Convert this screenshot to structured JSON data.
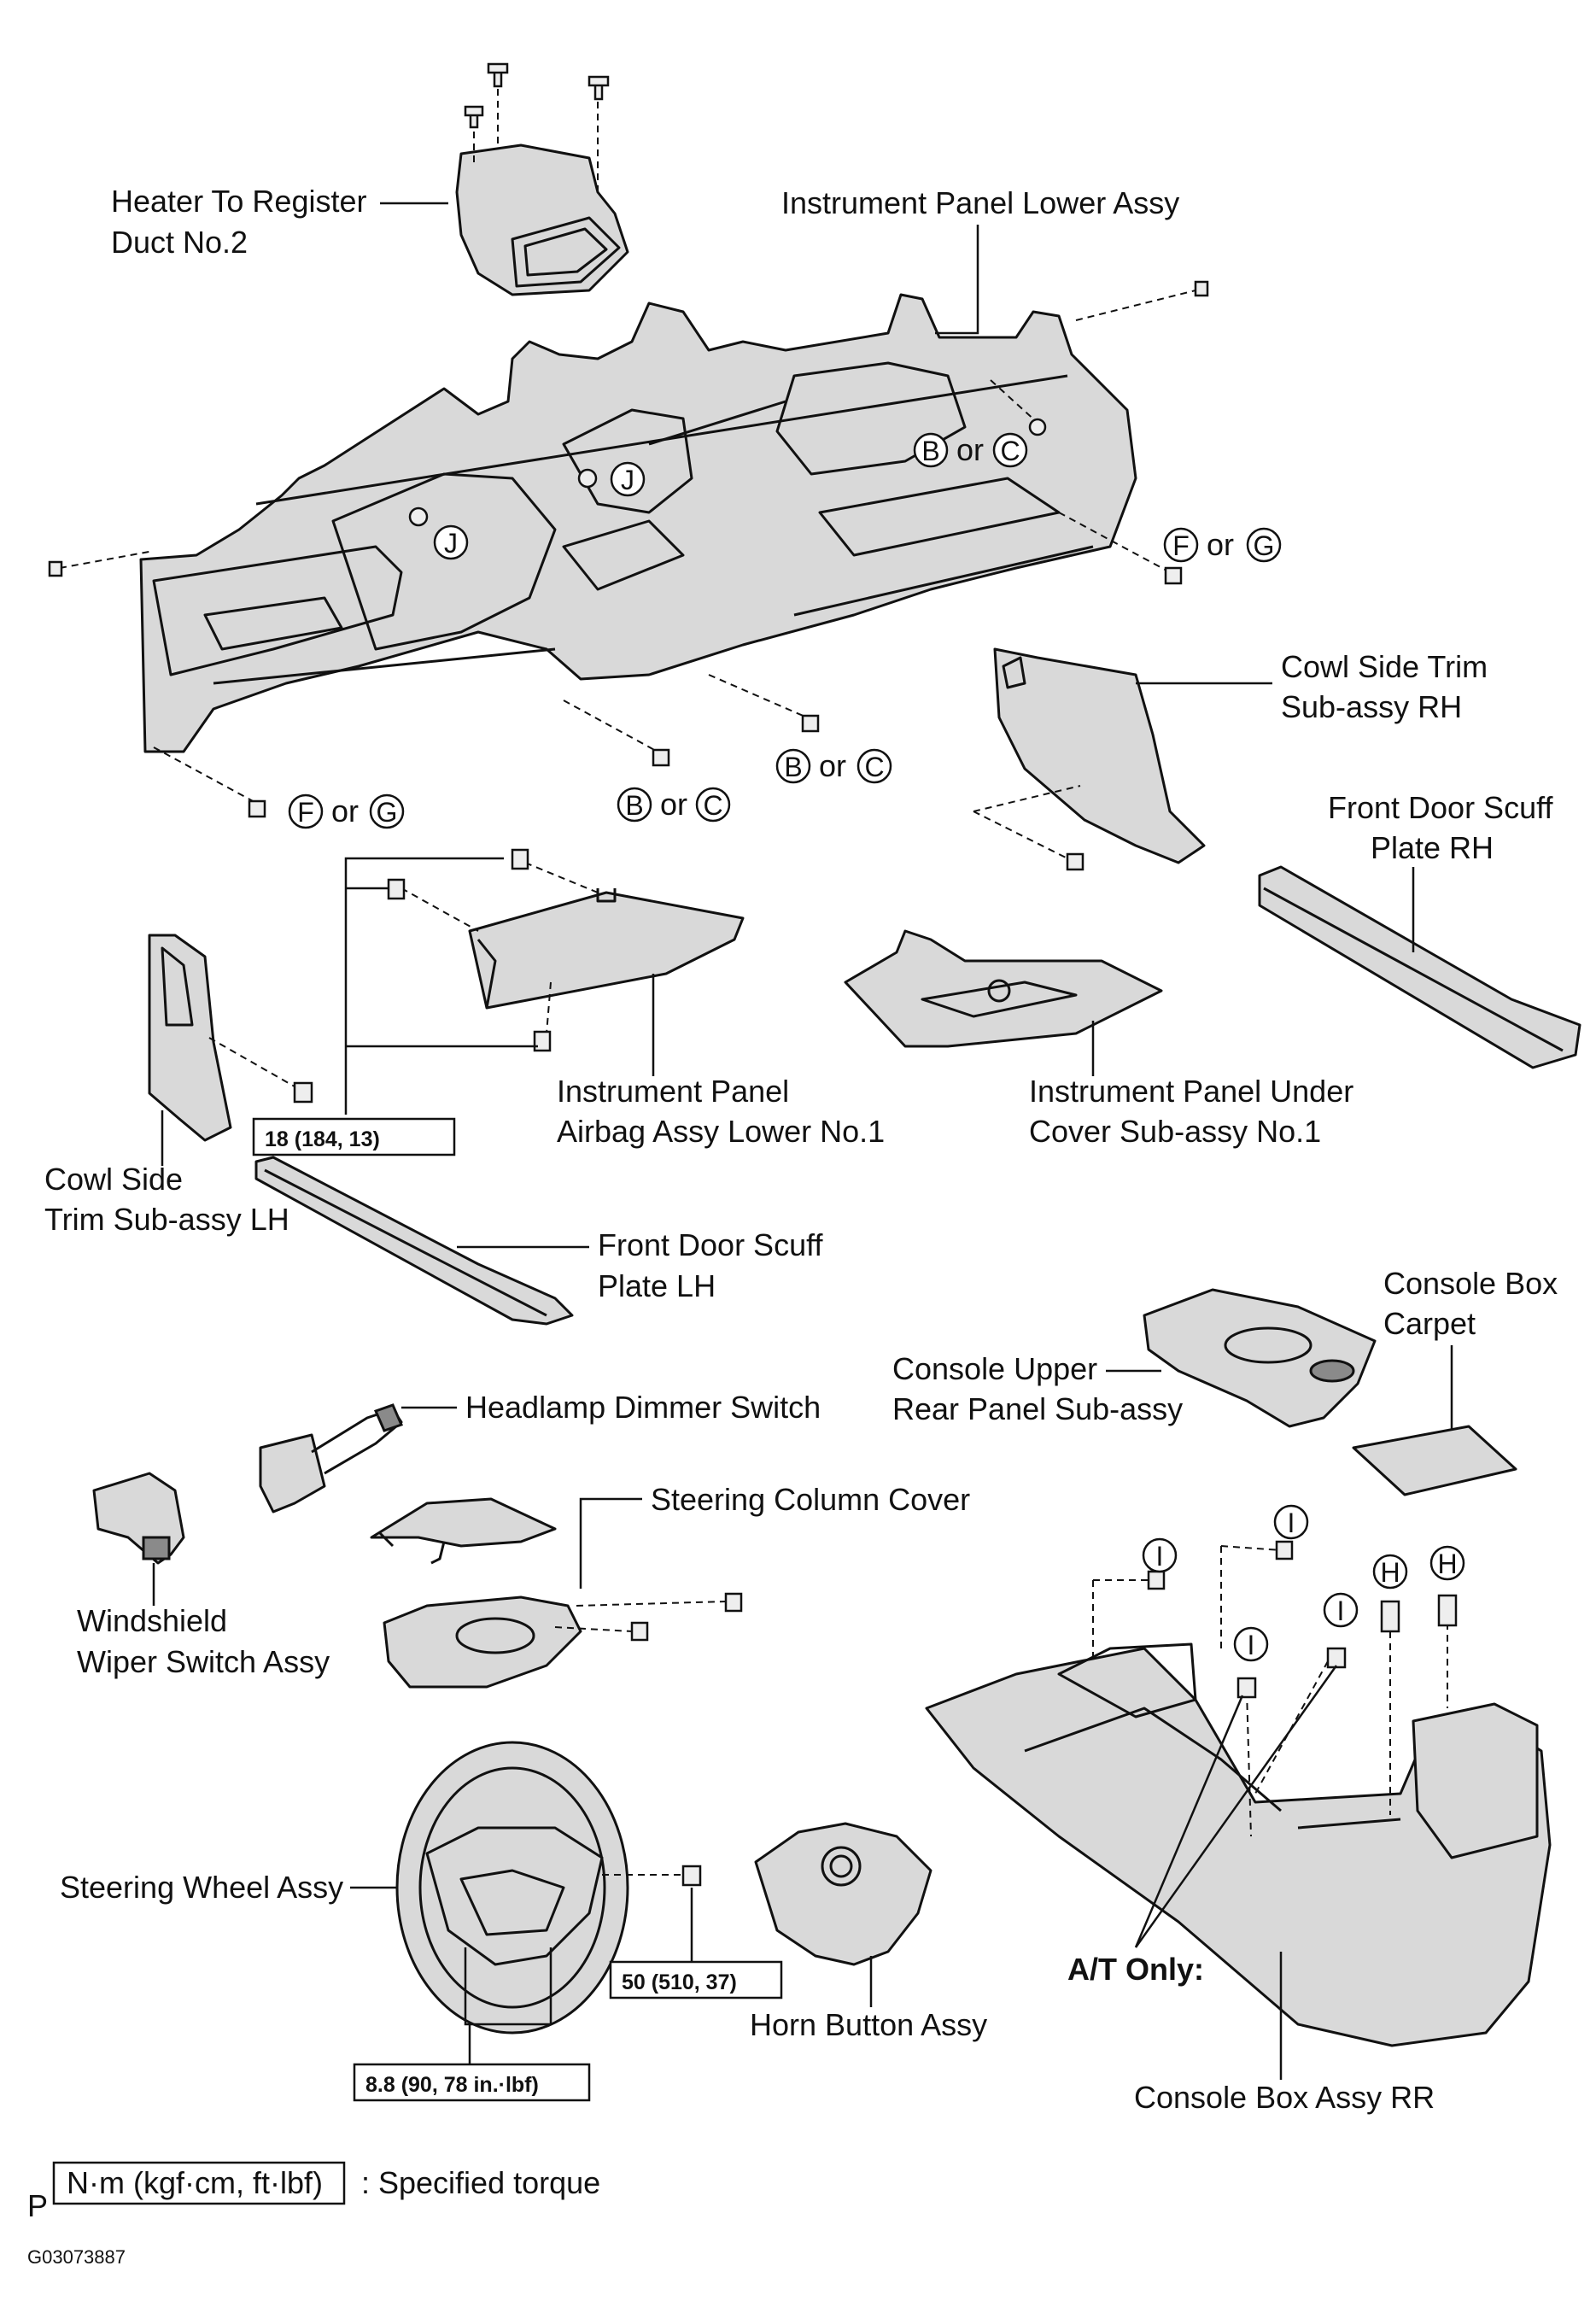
{
  "labels": {
    "heater_duct_1": "Heater To Register",
    "heater_duct_2": "Duct No.2",
    "ip_lower": "Instrument Panel Lower Assy",
    "cowl_rh_1": "Cowl Side Trim",
    "cowl_rh_2": "Sub-assy  RH",
    "scuff_rh_1": "Front Door Scuff",
    "scuff_rh_2": "Plate RH",
    "airbag_1": "Instrument Panel",
    "airbag_2": "Airbag Assy Lower No.1",
    "under_cover_1": "Instrument Panel Under",
    "under_cover_2": "Cover Sub-assy No.1",
    "cowl_lh_1": "Cowl Side",
    "cowl_lh_2": "Trim Sub-assy LH",
    "scuff_lh_1": "Front Door Scuff",
    "scuff_lh_2": "Plate LH",
    "carpet_1": "Console Box",
    "carpet_2": "Carpet",
    "upper_rear_1": "Console Upper",
    "upper_rear_2": "Rear  Panel Sub-assy",
    "dimmer": "Headlamp Dimmer Switch",
    "column_cover": "Steering Column Cover",
    "wiper_1": "Windshield",
    "wiper_2": "Wiper Switch Assy",
    "wheel": "Steering Wheel Assy",
    "horn": "Horn Button Assy",
    "at_only": "A/T Only:",
    "console_rr": "Console Box Assy RR"
  },
  "fastener_codes": {
    "j": "J",
    "b": "B",
    "c": "C",
    "f": "F",
    "g": "G",
    "h": "H",
    "i": "I",
    "or": "or"
  },
  "torque": {
    "t1": "18 (184, 13)",
    "t2": "50 (510, 37)",
    "t3": "8.8 (90, 78 in.·lbf)"
  },
  "legend": {
    "unit": "N·m (kgf·cm, ft·lbf)",
    "text": ": Specified torque",
    "p_mark": "P"
  },
  "figure_id": "G03073887"
}
